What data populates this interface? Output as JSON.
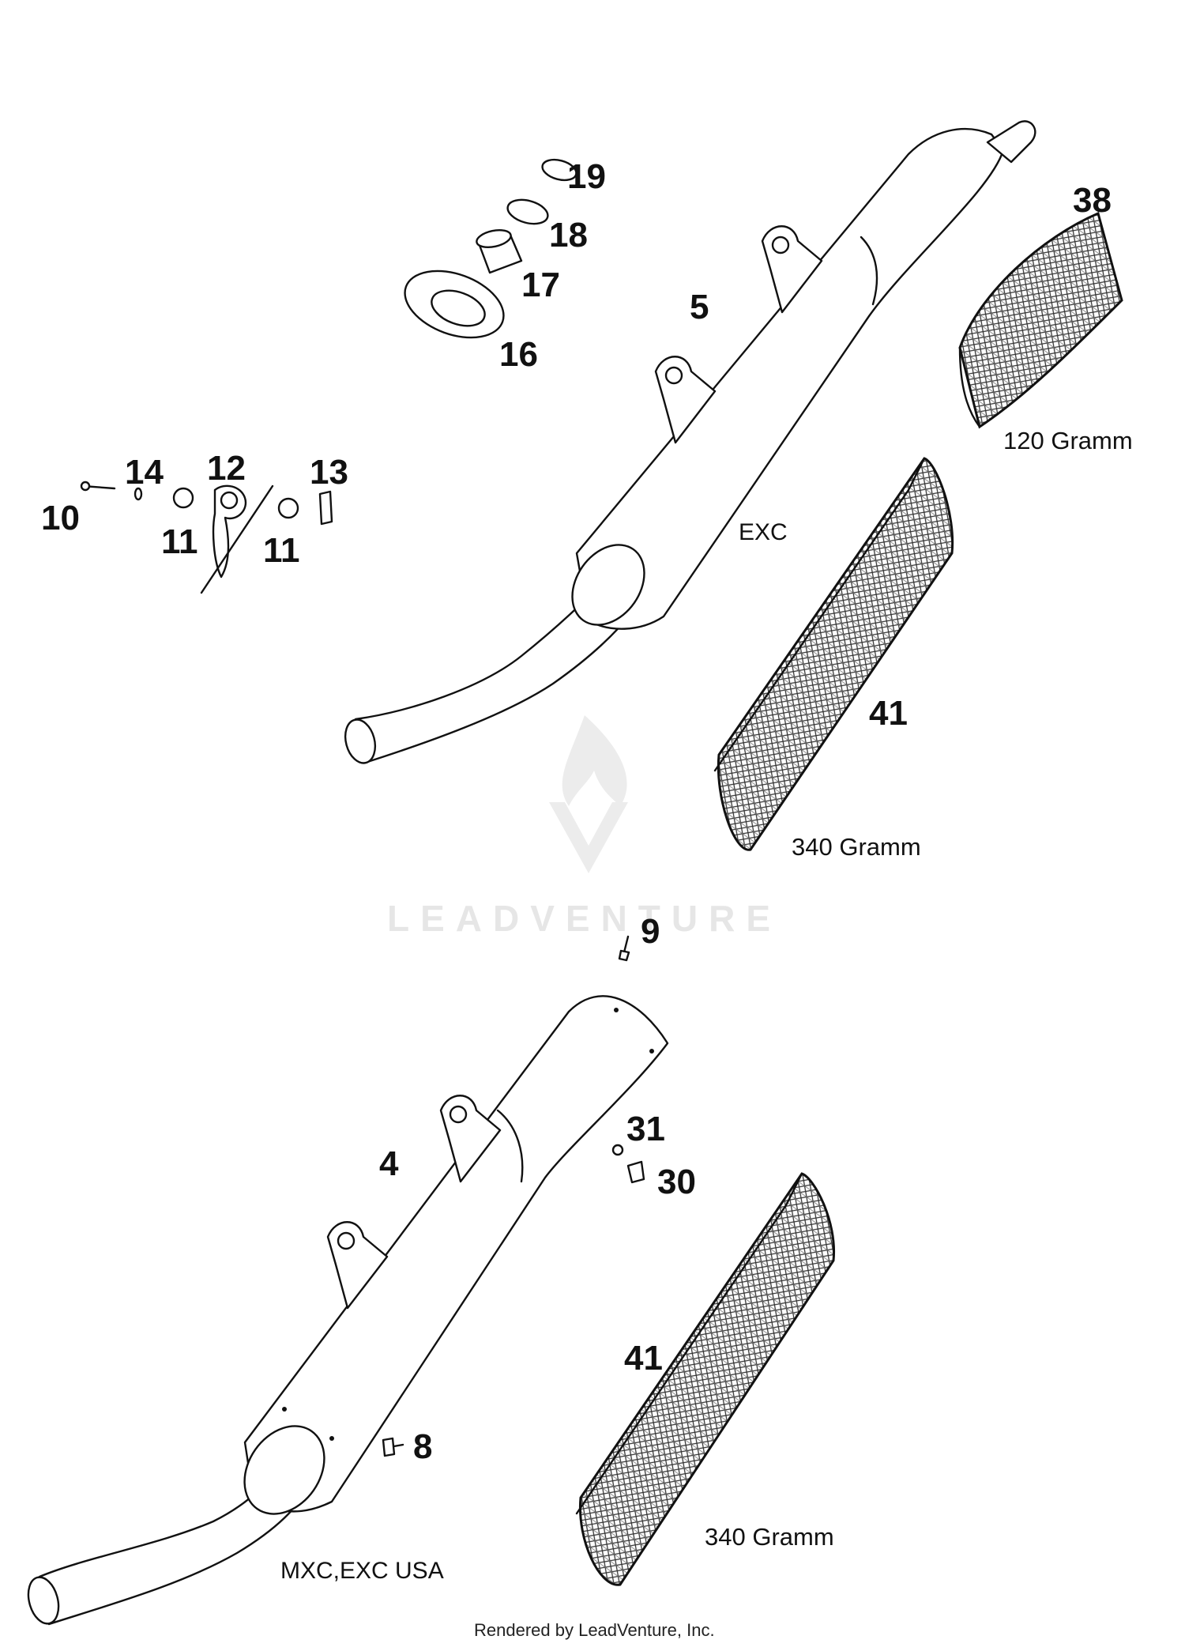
{
  "diagram": {
    "callouts": {
      "c19": "19",
      "c18": "18",
      "c17": "17",
      "c16": "16",
      "c5": "5",
      "c38": "38",
      "c14": "14",
      "c12": "12",
      "c13": "13",
      "c10": "10",
      "c11a": "11",
      "c11b": "11",
      "c41a": "41",
      "c9": "9",
      "c31": "31",
      "c30": "30",
      "c4": "4",
      "c41b": "41",
      "c8": "8"
    },
    "notes": {
      "gram120": "120 Gramm",
      "gram340a": "340 Gramm",
      "gram340b": "340 Gramm"
    },
    "model_labels": {
      "top_silencer": "EXC",
      "bottom_silencer": "MXC,EXC USA"
    },
    "watermark": "LEADVENTURE",
    "credit": "Rendered by LeadVenture, Inc."
  }
}
